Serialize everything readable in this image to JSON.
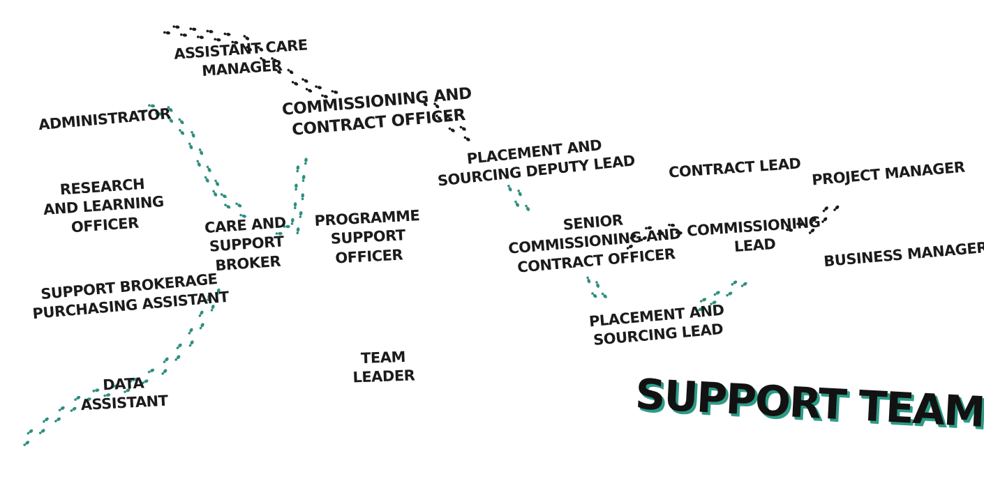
{
  "title": "SUPPORT TEAMS",
  "colors": {
    "teal_trail": "#2e8f7f",
    "black_trail": "#1b1b1b",
    "title_shadow": "#2d9b86"
  },
  "roles": {
    "assistant_care_manager": [
      "ASSISTANT CARE",
      "MANAGER"
    ],
    "commissioning_contract_officer": [
      "COMMISSIONING AND",
      "CONTRACT OFFICER"
    ],
    "administrator": [
      "ADMINISTRATOR"
    ],
    "research_learning_officer": [
      "RESEARCH",
      "AND LEARNING",
      "OFFICER"
    ],
    "care_support_broker": [
      "CARE AND",
      "SUPPORT",
      "BROKER"
    ],
    "programme_support_officer": [
      "PROGRAMME",
      "SUPPORT",
      "OFFICER"
    ],
    "support_brokerage_purchasing_assistant": [
      "SUPPORT BROKERAGE",
      "PURCHASING ASSISTANT"
    ],
    "data_assistant": [
      "DATA",
      "ASSISTANT"
    ],
    "team_leader": [
      "TEAM",
      "LEADER"
    ],
    "placement_sourcing_deputy_lead": [
      "PLACEMENT AND",
      "SOURCING DEPUTY LEAD"
    ],
    "contract_lead": [
      "CONTRACT LEAD"
    ],
    "project_manager": [
      "PROJECT MANAGER"
    ],
    "senior_commissioning_contract_officer": [
      "SENIOR",
      "COMMISSIONING AND",
      "CONTRACT OFFICER"
    ],
    "commissioning_lead": [
      "COMMISSIONING",
      "LEAD"
    ],
    "business_manager": [
      "BUSINESS MANAGER"
    ],
    "placement_sourcing_lead": [
      "PLACEMENT AND",
      "SOURCING LEAD"
    ]
  }
}
